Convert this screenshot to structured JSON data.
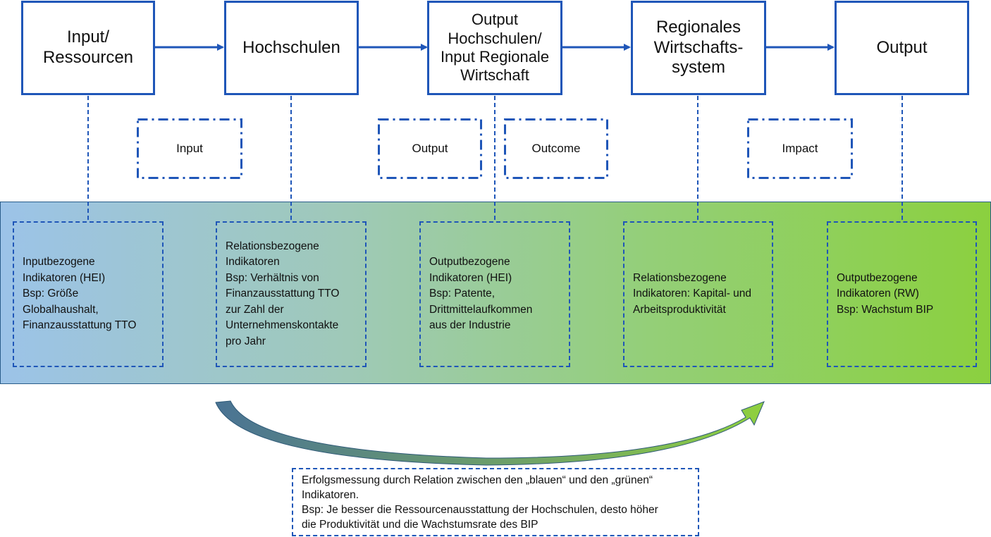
{
  "flow_boxes": [
    {
      "label": "Input/\nRessourcen"
    },
    {
      "label": "Hochschulen"
    },
    {
      "label": "Output\nHochschulen/\nInput Regionale\nWirtschaft"
    },
    {
      "label": "Regionales\nWirtschafts-\nsystem"
    },
    {
      "label": "Output"
    }
  ],
  "stage_labels": [
    {
      "label": "Input"
    },
    {
      "label": "Output"
    },
    {
      "label": "Outcome"
    },
    {
      "label": "Impact"
    }
  ],
  "indicator_boxes": [
    {
      "text": "Inputbezogene\nIndikatoren (HEI)\nBsp: Größe\nGlobalhaushalt,\nFinanzausstattung TTO"
    },
    {
      "text": "Relationsbezogene\nIndikatoren\nBsp: Verhältnis von\nFinanzausstattung TTO\nzur Zahl der\nUnternehmenskontakte\npro Jahr"
    },
    {
      "text": "Outputbezogene\nIndikatoren (HEI)\nBsp: Patente,\nDrittmittelaufkommen\naus der Industrie"
    },
    {
      "text": "Relationsbezogene\nIndikatoren: Kapital- und\nArbeitsproduktivität"
    },
    {
      "text": "Outputbezogene\nIndikatoren (RW)\nBsp: Wachstum BIP"
    }
  ],
  "note": {
    "text": "Erfolgsmessung durch Relation zwischen den „blauen“ und den „grünen“\nIndikatoren.\nBsp: Je besser die Ressourcenausstattung der Hochschulen, desto höher\ndie Produktivität und die Wachstumsrate des BIP"
  },
  "colors": {
    "box_border": "#1f56b8",
    "band_left": "#9cc3e8",
    "band_right": "#8bd03f",
    "arrow_start": "#4a7394",
    "arrow_end": "#8fd03f"
  }
}
